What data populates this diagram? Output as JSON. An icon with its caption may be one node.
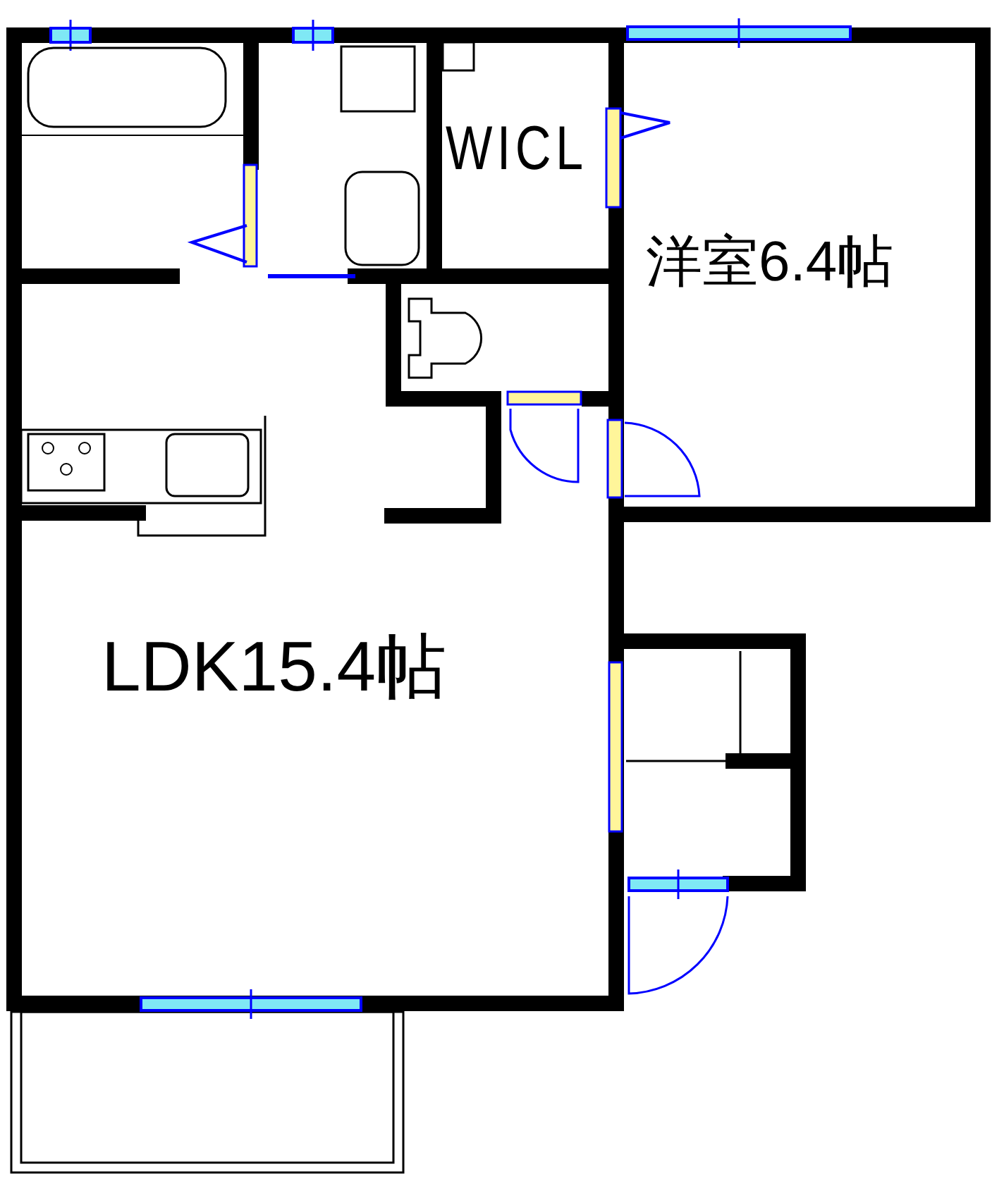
{
  "diagram": {
    "labels": [
      "WICL",
      "洋室6.4帖",
      "LDK15.4帖"
    ]
  }
}
